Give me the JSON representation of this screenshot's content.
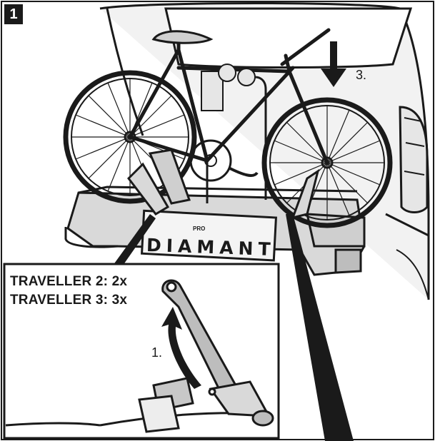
{
  "step": {
    "number": "1"
  },
  "callout": {
    "lines": [
      "TRAVELLER 2: 2x",
      "TRAVELLER 3: 3x"
    ]
  },
  "steps": {
    "lift_arm": "1.",
    "lower_frame": "3."
  },
  "plate": {
    "text": "DIAMANT"
  },
  "brand": {
    "text": "PRO"
  },
  "icons": [
    "bicycle",
    "car-rear",
    "bike-carrier",
    "frame-holder-arm",
    "down-arrow",
    "curved-arrow"
  ]
}
